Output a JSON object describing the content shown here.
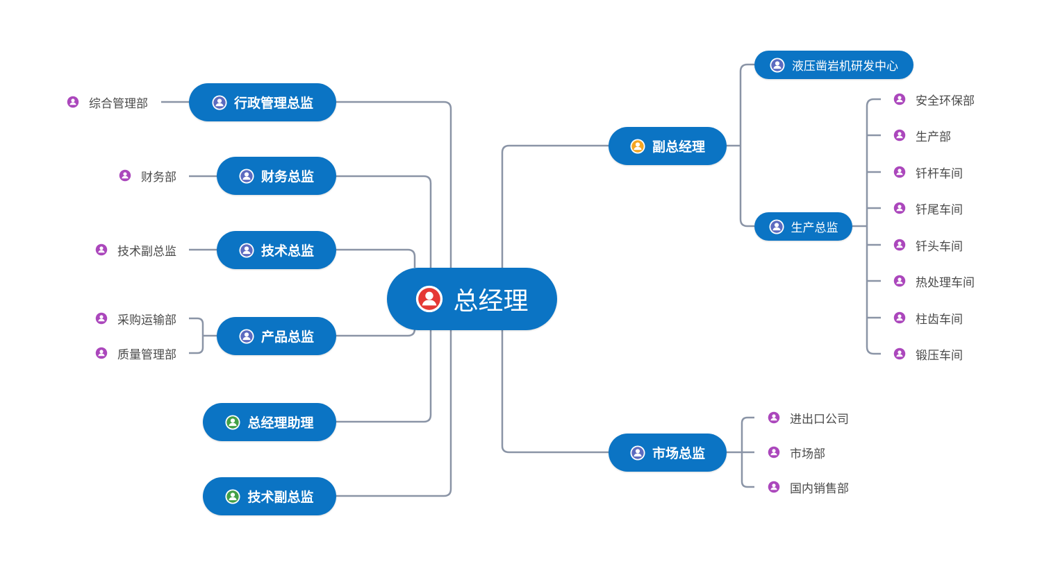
{
  "root": {
    "label": "总经理",
    "icon": "user-icon",
    "icon_color": "#e53935"
  },
  "left_branches": [
    {
      "label": "行政管理总监",
      "icon_color": "#5c6bc0",
      "children": [
        "综合管理部"
      ]
    },
    {
      "label": "财务总监",
      "icon_color": "#5c6bc0",
      "children": [
        "财务部"
      ]
    },
    {
      "label": "技术总监",
      "icon_color": "#5c6bc0",
      "children": [
        "技术副总监"
      ]
    },
    {
      "label": "产品总监",
      "icon_color": "#5c6bc0",
      "children": [
        "采购运输部",
        "质量管理部"
      ]
    },
    {
      "label": "总经理助理",
      "icon_color": "#43a047",
      "children": []
    },
    {
      "label": "技术副总监",
      "icon_color": "#43a047",
      "children": []
    }
  ],
  "right_branches": [
    {
      "label": "副总经理",
      "icon_color": "#f5a623",
      "children": [
        {
          "label": "液压凿岩机研发中心",
          "icon_color": "#5c6bc0",
          "children": []
        },
        {
          "label": "生产总监",
          "icon_color": "#5c6bc0",
          "children": [
            "安全环保部",
            "生产部",
            "钎杆车间",
            "钎尾车间",
            "钎头车间",
            "热处理车间",
            "柱齿车间",
            "锻压车间"
          ]
        }
      ]
    },
    {
      "label": "市场总监",
      "icon_color": "#5c6bc0",
      "children": [
        "进出口公司",
        "市场部",
        "国内销售部"
      ]
    }
  ],
  "colors": {
    "pill": "#0b74c4",
    "line": "#8a94a6",
    "leaf_icon": "#ab47bc",
    "leaf_text": "#4a4a4a"
  }
}
